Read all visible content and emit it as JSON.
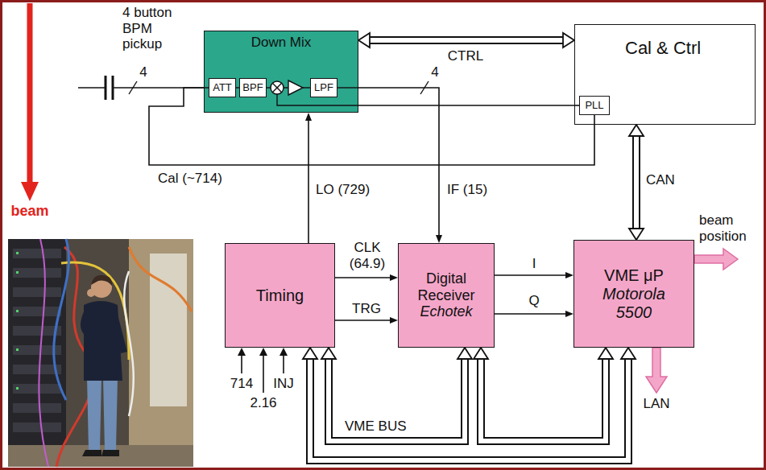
{
  "diagram": {
    "nodes": [
      {
        "text": [
          "Down Mix"
        ]
      },
      {
        "text": [
          "ATT"
        ],
        "in": 0
      },
      {
        "text": [
          "BPF"
        ],
        "in": 0
      },
      {
        "text": [
          "LPF"
        ],
        "in": 0
      },
      {
        "text": [
          "Cal & Ctrl"
        ]
      },
      {
        "text": [
          "PLL"
        ],
        "in": 4
      },
      {
        "text": [
          "Timing"
        ]
      },
      {
        "text": [
          "Digital Receiver",
          "Echotek"
        ]
      },
      {
        "text": [
          "VME μP",
          "Motorola 5500"
        ]
      }
    ],
    "edges": [
      {
        "from": 0,
        "to": 4,
        "arrow": "both",
        "label": "CTRL"
      },
      {
        "from": 5,
        "to": 0,
        "arrow": "none"
      },
      {
        "from": 5,
        "to": 1,
        "arrow": "none",
        "label": "Cal (~714)"
      },
      {
        "from": 6,
        "to": 0,
        "arrow": "to",
        "label": "LO (729)"
      },
      {
        "from": 3,
        "to": 7,
        "arrow": "to",
        "label": "IF (15)"
      },
      {
        "from": 6,
        "to": 7,
        "arrow": "to",
        "label": "CLK (64.9)"
      },
      {
        "from": 6,
        "to": 7,
        "arrow": "to",
        "label": "TRG"
      },
      {
        "from": 7,
        "to": 8,
        "arrow": "to",
        "label": "I"
      },
      {
        "from": 7,
        "to": 8,
        "arrow": "to",
        "label": "Q"
      },
      {
        "from": 4,
        "to": 8,
        "arrow": "both",
        "label": "CAN"
      },
      {
        "from": 6,
        "to": 7,
        "arrow": "both",
        "label": "VME BUS"
      },
      {
        "from": 6,
        "to": 8,
        "arrow": "both"
      },
      {
        "from": 7,
        "to": 8,
        "arrow": "both"
      }
    ],
    "labels": [
      "4 button BPM pickup",
      "beam",
      "4",
      "4",
      "714",
      "2.16",
      "INJ",
      "beam position",
      "LAN"
    ]
  }
}
